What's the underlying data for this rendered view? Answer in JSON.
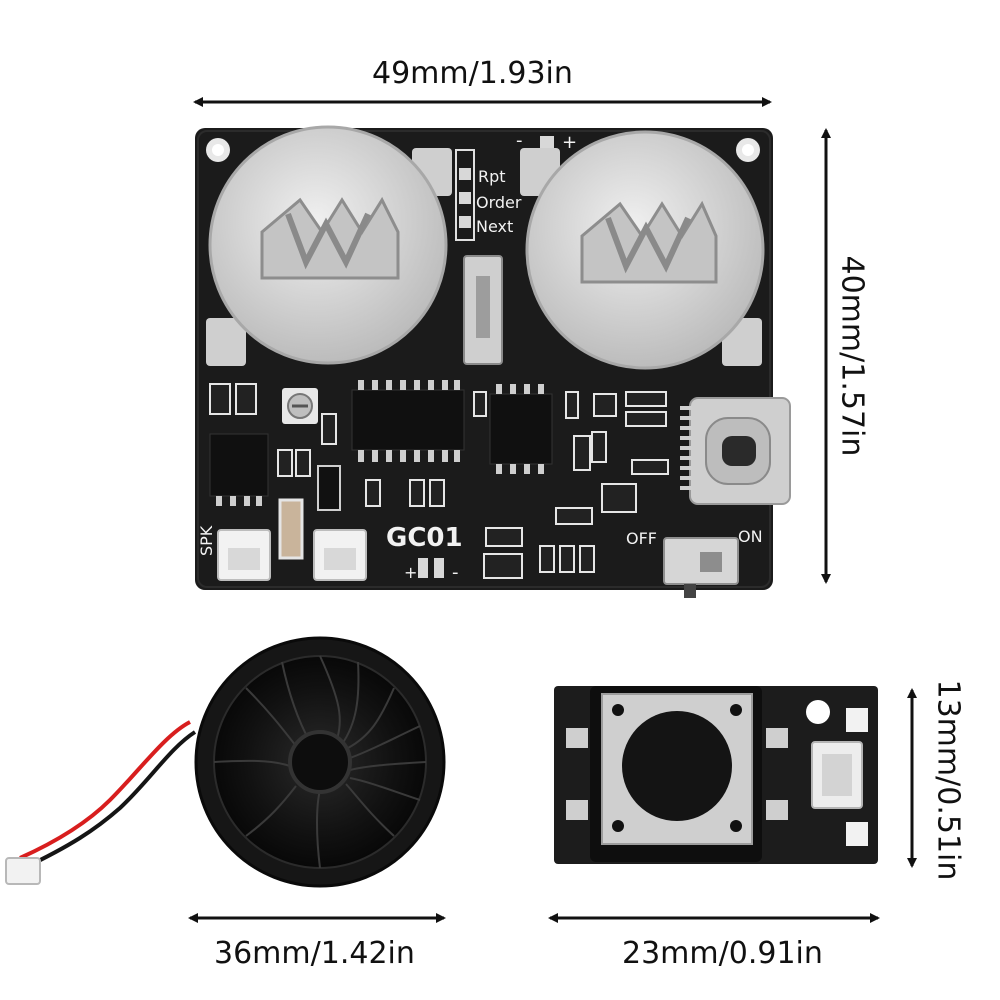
{
  "dimensions": {
    "board_width": "49mm/1.93in",
    "board_height": "40mm/1.57in",
    "speaker_diameter": "36mm/1.42in",
    "button_width": "23mm/0.91in",
    "button_height": "13mm/0.51in"
  },
  "board_labels": {
    "model": "GC01",
    "mode_repeat": "Rpt",
    "mode_order": "Order",
    "mode_next": "Next",
    "switch_off": "OFF",
    "switch_on": "ON",
    "speaker_port": "SPK",
    "polarity_minus": "-",
    "polarity_plus": "+",
    "battery_minus": "-",
    "battery_plus": "+"
  },
  "colors": {
    "pcb": "#1b1b1b",
    "metal": "#d9d9d9",
    "silk": "#f2f2f2",
    "wire_red": "#d81e1e",
    "wire_black": "#151515"
  }
}
